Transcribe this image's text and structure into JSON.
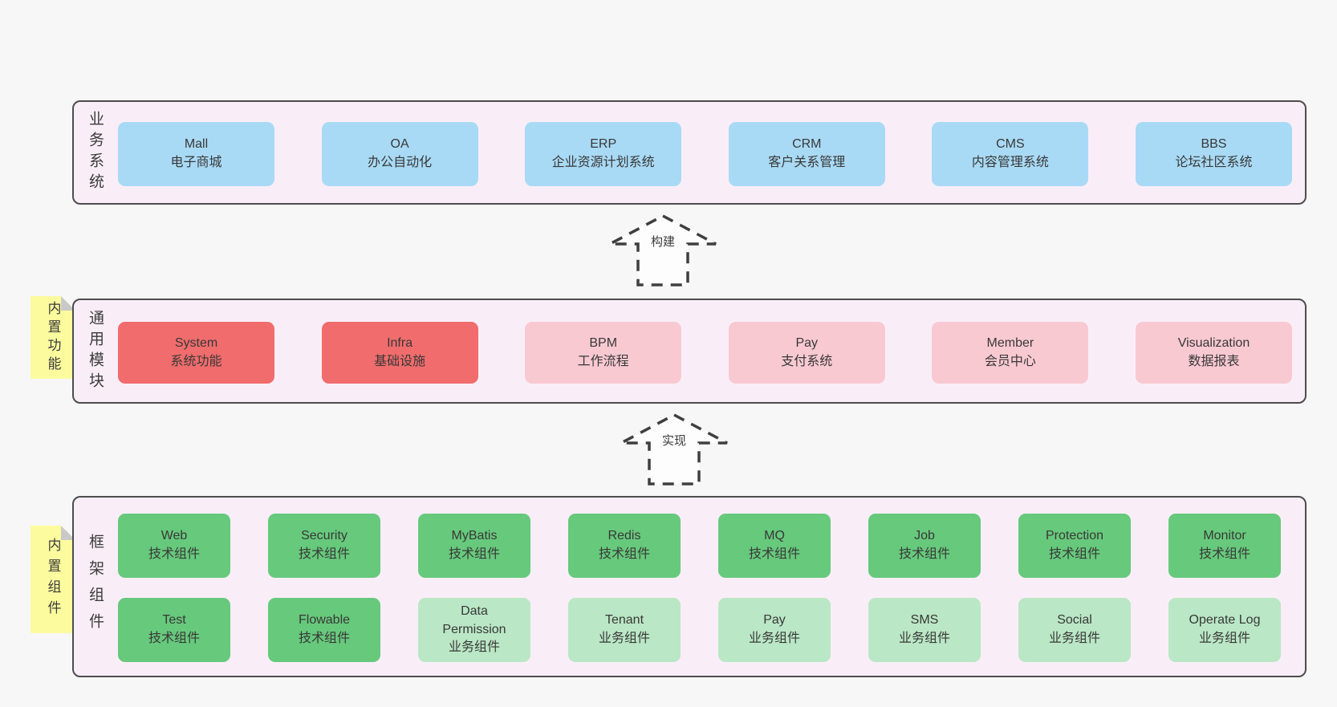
{
  "arrows": {
    "build": {
      "label": "构建"
    },
    "implement": {
      "label": "实现"
    }
  },
  "layers": {
    "business": {
      "label": "业务系统",
      "boxes": [
        {
          "name": "Mall",
          "desc": "电子商城"
        },
        {
          "name": "OA",
          "desc": "办公自动化"
        },
        {
          "name": "ERP",
          "desc": "企业资源计划系统"
        },
        {
          "name": "CRM",
          "desc": "客户关系管理"
        },
        {
          "name": "CMS",
          "desc": "内容管理系统"
        },
        {
          "name": "BBS",
          "desc": "论坛社区系统"
        }
      ]
    },
    "modules": {
      "label": "通用模块",
      "tag": "内置功能",
      "boxes": [
        {
          "name": "System",
          "desc": "系统功能"
        },
        {
          "name": "Infra",
          "desc": "基础设施"
        },
        {
          "name": "BPM",
          "desc": "工作流程"
        },
        {
          "name": "Pay",
          "desc": "支付系统"
        },
        {
          "name": "Member",
          "desc": "会员中心"
        },
        {
          "name": "Visualization",
          "desc": "数据报表"
        }
      ]
    },
    "framework": {
      "label": "框架组件",
      "tag": "内置组件",
      "row1": [
        {
          "name": "Web",
          "desc": "技术组件"
        },
        {
          "name": "Security",
          "desc": "技术组件"
        },
        {
          "name": "MyBatis",
          "desc": "技术组件"
        },
        {
          "name": "Redis",
          "desc": "技术组件"
        },
        {
          "name": "MQ",
          "desc": "技术组件"
        },
        {
          "name": "Job",
          "desc": "技术组件"
        },
        {
          "name": "Protection",
          "desc": "技术组件"
        },
        {
          "name": "Monitor",
          "desc": "技术组件"
        }
      ],
      "row2": [
        {
          "name": "Test",
          "desc": "技术组件"
        },
        {
          "name": "Flowable",
          "desc": "技术组件"
        },
        {
          "name": "Data Permission",
          "desc": "业务组件"
        },
        {
          "name": "Tenant",
          "desc": "业务组件"
        },
        {
          "name": "Pay",
          "desc": "业务组件"
        },
        {
          "name": "SMS",
          "desc": "业务组件"
        },
        {
          "name": "Social",
          "desc": "业务组件"
        },
        {
          "name": "Operate Log",
          "desc": "业务组件"
        }
      ]
    }
  },
  "colors": {
    "page_bg": "#f7f7f7",
    "container_bg": "#f9eef7",
    "container_border": "#4d4d4d",
    "blue": "#a9daf5",
    "red": "#f16c6c",
    "pink": "#f9c9d2",
    "green": "#67c97c",
    "green_light": "#bae7c5",
    "yellow": "#fcfc9f",
    "fold_gray": "#c9c9c9",
    "text": "#3b3b3b"
  }
}
